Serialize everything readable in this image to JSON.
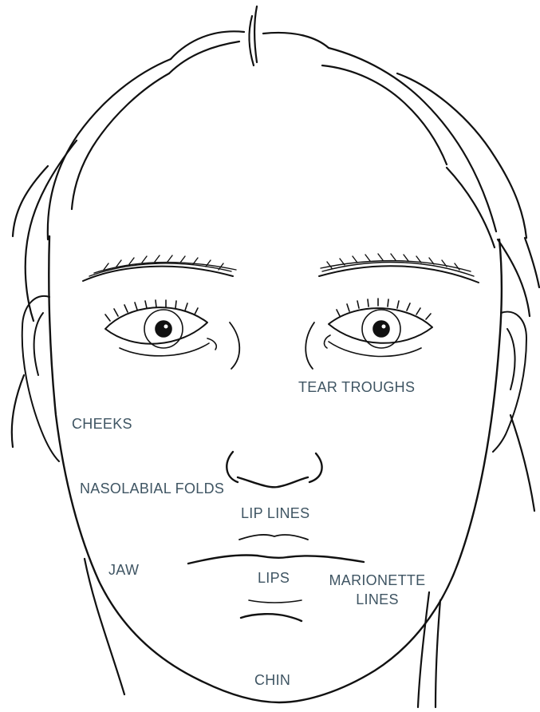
{
  "colors": {
    "label": "#3f5563",
    "line": "#111111",
    "background": "#ffffff"
  },
  "labels": {
    "tear_troughs": "TEAR TROUGHS",
    "cheeks": "CHEEKS",
    "nasolabial_folds": "NASOLABIAL FOLDS",
    "lip_lines": "LIP LINES",
    "jaw": "JAW",
    "lips": "LIPS",
    "marionette_lines_1": "MARIONETTE",
    "marionette_lines_2": "LINES",
    "chin": "CHIN"
  }
}
